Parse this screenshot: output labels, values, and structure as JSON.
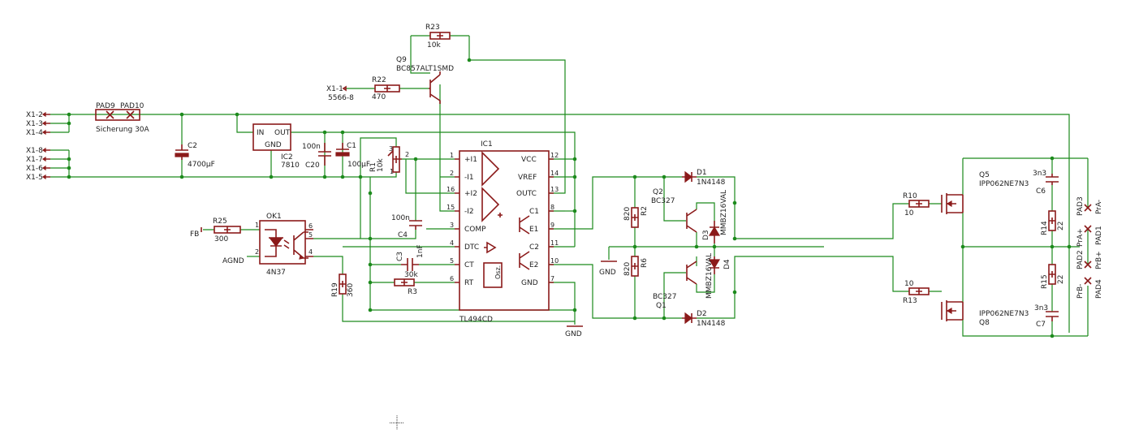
{
  "connectors": [
    "X1-2",
    "X1-3",
    "X1-4",
    "X1-8",
    "X1-7",
    "X1-6",
    "X1-5",
    "X1-1"
  ],
  "fuse": {
    "pad_a": "PAD9",
    "pad_b": "PAD10",
    "label": "Sicherung 30A"
  },
  "components": {
    "c2": {
      "name": "C2",
      "value": "4700µF"
    },
    "ic2": {
      "name": "IC2",
      "value": "7810",
      "in": "IN",
      "out": "OUT",
      "gnd": "GND"
    },
    "c20": {
      "name": "C20",
      "value": "100n"
    },
    "c1": {
      "name": "C1",
      "value": "100µF"
    },
    "r1": {
      "name": "R1",
      "value": "10k"
    },
    "c4": {
      "name": "C4",
      "value": "100n"
    },
    "c3": {
      "name": "C3",
      "value": "1nF"
    },
    "r3": {
      "name": "R3",
      "value": "30k"
    },
    "r19": {
      "name": "R19",
      "value": "360"
    },
    "r25": {
      "name": "R25",
      "value": "300"
    },
    "ok1": {
      "name": "OK1",
      "value": "4N37"
    },
    "r22": {
      "name": "R22",
      "value": "470"
    },
    "x11_part": "5566-8",
    "r23": {
      "name": "R23",
      "value": "10k"
    },
    "q9": {
      "name": "Q9",
      "value": "BC857ALT1SMD"
    },
    "r2": {
      "name": "R2",
      "value": "820"
    },
    "r6": {
      "name": "R6",
      "value": "820"
    },
    "q2": {
      "name": "Q2",
      "value": "BC327"
    },
    "q1": {
      "name": "Q1",
      "value": "BC327"
    },
    "d1": {
      "name": "D1",
      "value": "1N4148"
    },
    "d2": {
      "name": "D2",
      "value": "1N4148"
    },
    "d3": {
      "name": "D3",
      "value": "MMBZ16VAL"
    },
    "d4": {
      "name": "D4",
      "value": "MMBZ16VAL"
    },
    "r10": {
      "name": "R10",
      "value": "10"
    },
    "r13": {
      "name": "R13",
      "value": "10"
    },
    "q5": {
      "name": "Q5",
      "value": "IPP062NE7N3"
    },
    "q8": {
      "name": "Q8",
      "value": "IPP062NE7N3"
    },
    "c6": {
      "name": "C6",
      "value": "3n3"
    },
    "c7": {
      "name": "C7",
      "value": "3n3"
    },
    "r14": {
      "name": "R14",
      "value": "22"
    },
    "r15": {
      "name": "R15",
      "value": "22"
    }
  },
  "ic1": {
    "name": "IC1",
    "value": "TL494CD",
    "pins_left": [
      {
        "num": "1",
        "label": "+I1"
      },
      {
        "num": "2",
        "label": "-I1"
      },
      {
        "num": "16",
        "label": "+I2"
      },
      {
        "num": "15",
        "label": "-I2"
      },
      {
        "num": "3",
        "label": "COMP"
      },
      {
        "num": "4",
        "label": "DTC"
      },
      {
        "num": "5",
        "label": "CT"
      },
      {
        "num": "6",
        "label": "RT"
      }
    ],
    "pins_right": [
      {
        "num": "12",
        "label": "VCC"
      },
      {
        "num": "14",
        "label": "VREF"
      },
      {
        "num": "13",
        "label": "OUTC"
      },
      {
        "num": "8",
        "label": "C1"
      },
      {
        "num": "9",
        "label": "E1"
      },
      {
        "num": "11",
        "label": "C2"
      },
      {
        "num": "10",
        "label": "E2"
      },
      {
        "num": "7",
        "label": "GND"
      }
    ],
    "osc": "Osz."
  },
  "nets": {
    "gnd": "GND",
    "agnd": "AGND",
    "fb": "FB"
  },
  "pads": {
    "pad3": "PAD3",
    "pra_minus": "PrA-",
    "pad1": "PAD1",
    "pra_plus": "PrA+",
    "pad2": "PAD2",
    "prb_plus": "PrB+",
    "pad4": "PAD4",
    "prb_minus": "PrB-"
  },
  "pin_numbers": {
    "one": "1",
    "two": "2",
    "three": "3",
    "four": "4",
    "five": "5",
    "six": "6"
  }
}
